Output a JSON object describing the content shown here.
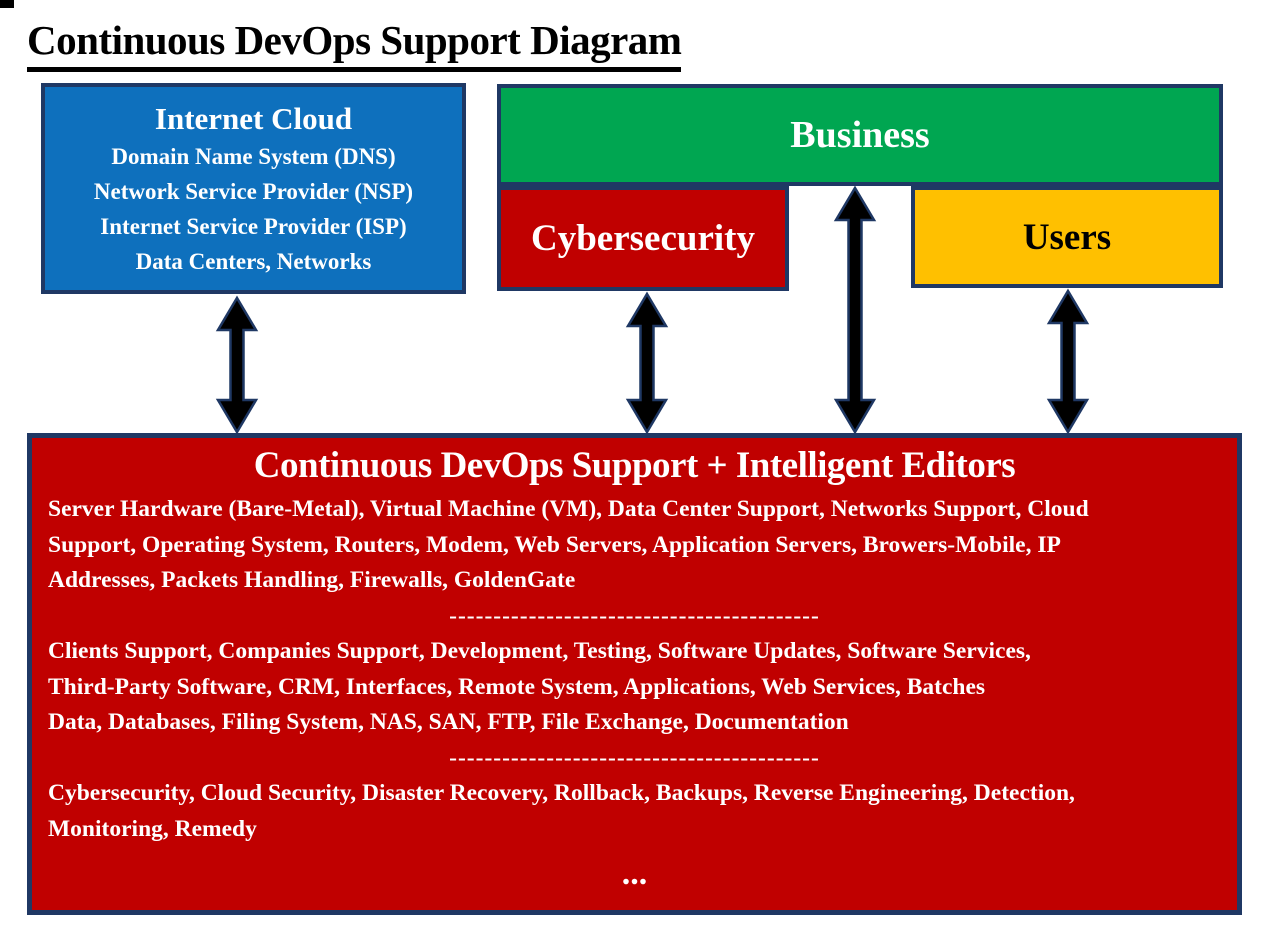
{
  "page": {
    "title": "Continuous DevOps Support Diagram"
  },
  "colors": {
    "blue": "#0E70BD",
    "green": "#00A651",
    "red": "#C00000",
    "yellow": "#FFC000",
    "border": "#1F3864",
    "arrow": "#000000",
    "white": "#FFFFFF",
    "black": "#000000"
  },
  "boxes": {
    "internet_cloud": {
      "title": "Internet Cloud",
      "lines": [
        "Domain Name System (DNS)",
        "Network Service Provider (NSP)",
        "Internet Service Provider (ISP)",
        "Data Centers, Networks"
      ]
    },
    "business": {
      "label": "Business"
    },
    "cybersecurity": {
      "label": "Cybersecurity"
    },
    "users": {
      "label": "Users"
    }
  },
  "devops_box": {
    "title": "Continuous DevOps Support + Intelligent Editors",
    "paragraph_infrastructure": "Server Hardware (Bare-Metal), Virtual Machine (VM), Data Center Support, Networks Support, Cloud\nSupport, Operating System, Routers, Modem, Web Servers, Application Servers, Browers-Mobile, IP\nAddresses, Packets Handling, Firewalls, GoldenGate",
    "separator": "------------------------------------------",
    "paragraph_software": "Clients Support, Companies Support, Development, Testing, Software Updates, Software Services,\nThird-Party Software, CRM, Interfaces, Remote System, Applications, Web Services, Batches\nData, Databases, Filing System, NAS, SAN, FTP, File Exchange, Documentation",
    "paragraph_security": "Cybersecurity, Cloud Security, Disaster Recovery, Rollback, Backups, Reverse Engineering, Detection,\nMonitoring, Remedy",
    "ellipsis": "..."
  }
}
